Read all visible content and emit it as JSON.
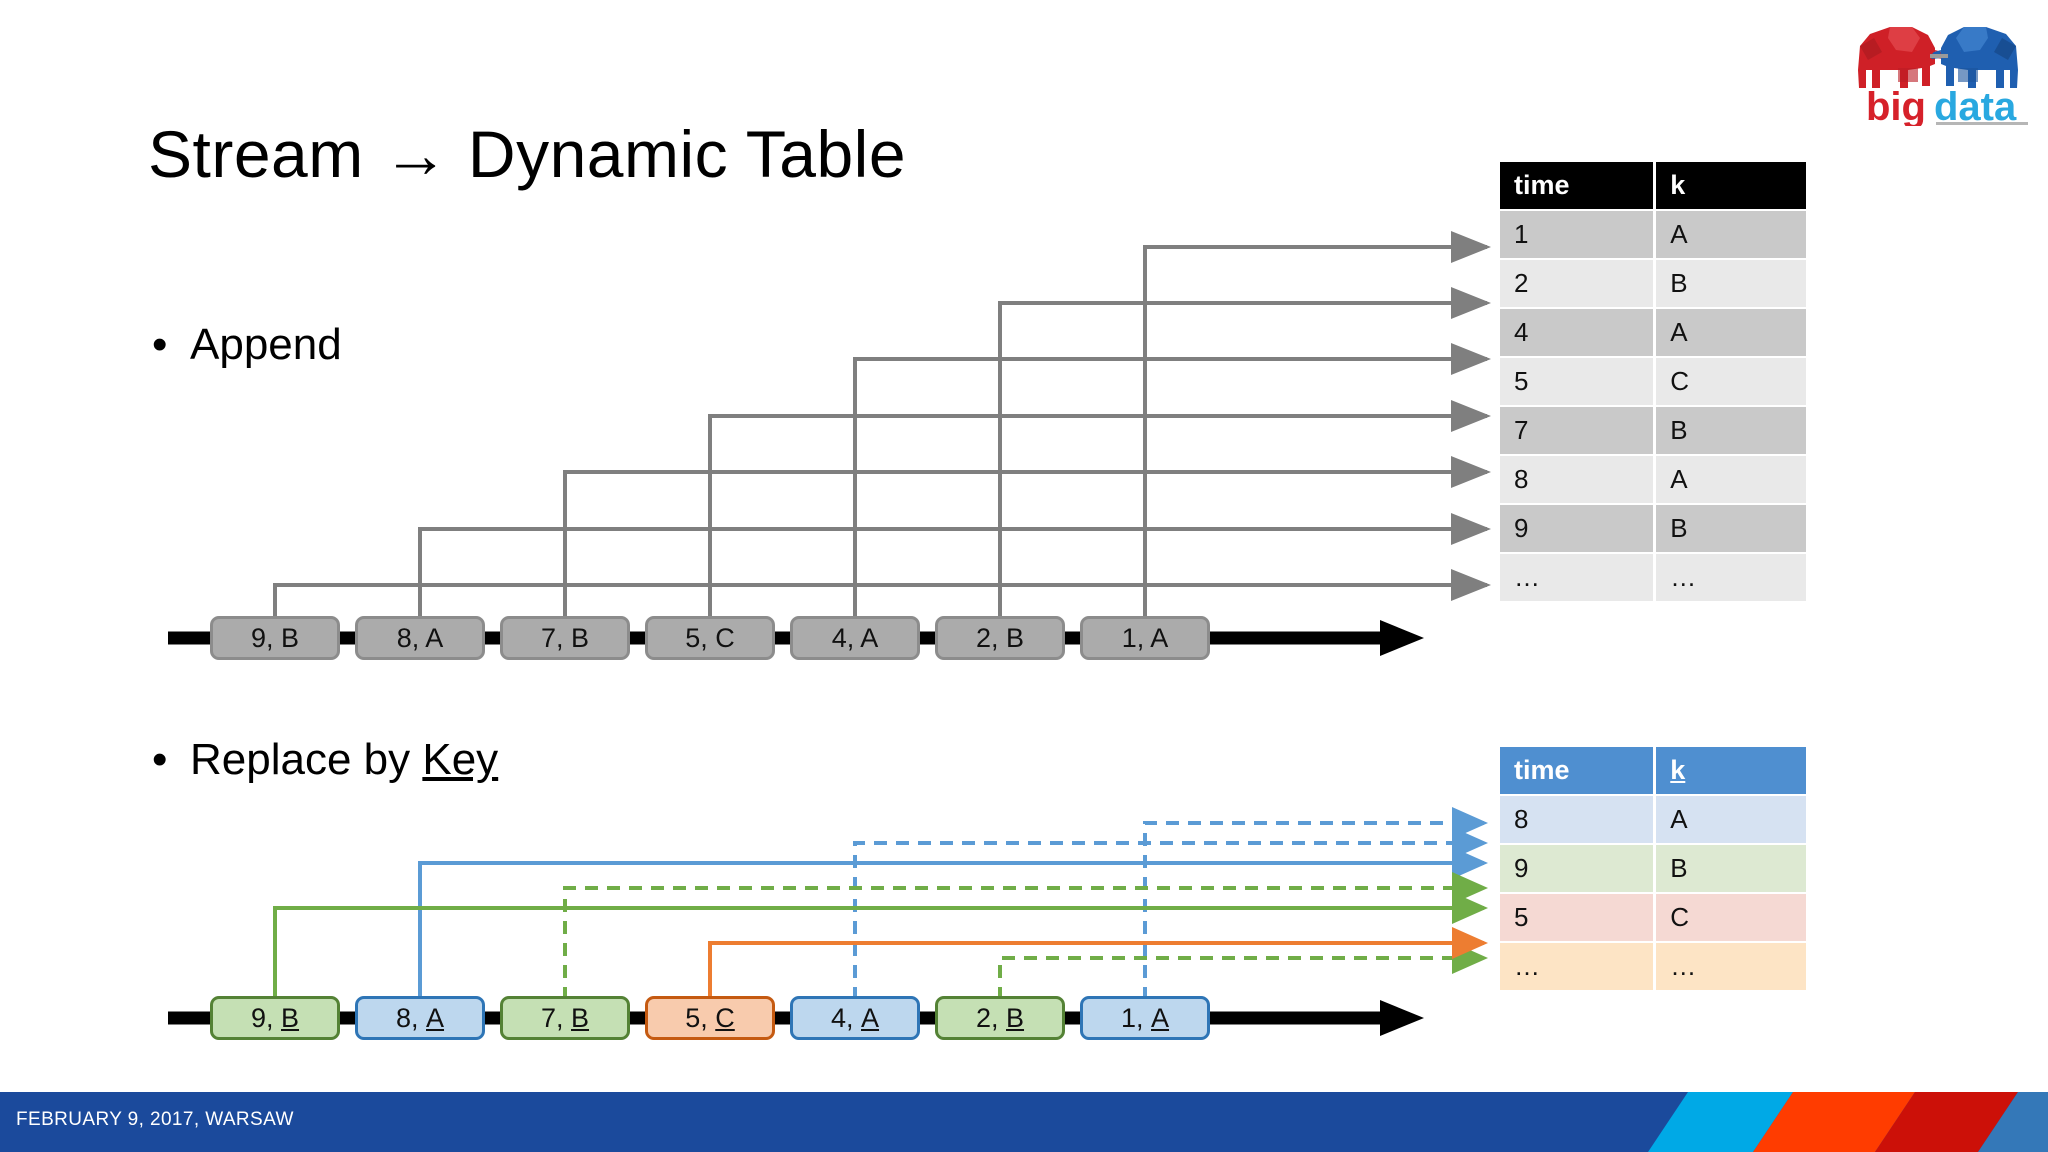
{
  "slide": {
    "title": "Stream → Dynamic Table",
    "footer_text": "FEBRUARY 9, 2017, WARSAW"
  },
  "logo": {
    "name": "bigdata-logo",
    "word_big": "big",
    "word_data": "data",
    "colors": {
      "red": "#d6212a",
      "blue": "#1f6fc4",
      "cyan": "#29a8e0"
    }
  },
  "bullets": {
    "append": {
      "marker": "•",
      "text": "Append"
    },
    "replace": {
      "marker": "•",
      "text_plain": "Replace by ",
      "text_underlined": "Key"
    }
  },
  "append_section": {
    "stream": [
      {
        "label": "9, B",
        "time": "9",
        "key": "B",
        "color": "gray"
      },
      {
        "label": "8, A",
        "time": "8",
        "key": "A",
        "color": "gray"
      },
      {
        "label": "7, B",
        "time": "7",
        "key": "B",
        "color": "gray"
      },
      {
        "label": "5, C",
        "time": "5",
        "key": "C",
        "color": "gray"
      },
      {
        "label": "4, A",
        "time": "4",
        "key": "A",
        "color": "gray"
      },
      {
        "label": "2, B",
        "time": "2",
        "key": "B",
        "color": "gray"
      },
      {
        "label": "1, A",
        "time": "1",
        "key": "A",
        "color": "gray"
      }
    ],
    "table": {
      "headers": [
        "time",
        "k"
      ],
      "rows": [
        {
          "time": "1",
          "k": "A"
        },
        {
          "time": "2",
          "k": "B"
        },
        {
          "time": "4",
          "k": "A"
        },
        {
          "time": "5",
          "k": "C"
        },
        {
          "time": "7",
          "k": "B"
        },
        {
          "time": "8",
          "k": "A"
        },
        {
          "time": "9",
          "k": "B"
        },
        {
          "time": "…",
          "k": "…"
        }
      ]
    }
  },
  "replace_section": {
    "stream": [
      {
        "label": "9, B",
        "time": "9",
        "key": "B",
        "color": "green"
      },
      {
        "label": "8, A",
        "time": "8",
        "key": "A",
        "color": "blue"
      },
      {
        "label": "7, B",
        "time": "7",
        "key": "B",
        "color": "green"
      },
      {
        "label": "5, C",
        "time": "5",
        "key": "C",
        "color": "orange"
      },
      {
        "label": "4, A",
        "time": "4",
        "key": "A",
        "color": "blue"
      },
      {
        "label": "2, B",
        "time": "2",
        "key": "B",
        "color": "green"
      },
      {
        "label": "1, A",
        "time": "1",
        "key": "A",
        "color": "blue"
      }
    ],
    "table": {
      "headers": [
        "time",
        "k"
      ],
      "rows": [
        {
          "time": "8",
          "k": "A",
          "color": "blue"
        },
        {
          "time": "9",
          "k": "B",
          "color": "green"
        },
        {
          "time": "5",
          "k": "C",
          "color": "pink"
        },
        {
          "time": "…",
          "k": "…",
          "color": "orange"
        }
      ]
    }
  },
  "colors": {
    "connector_gray": "#7f7f7f",
    "green": "#70ad47",
    "blue": "#5b9bd5",
    "orange": "#ed7d31",
    "footer_blue": "#1b4a9c",
    "deco_cyan": "#00a9e6",
    "deco_orange": "#ff3c00",
    "deco_red": "#cc1008",
    "deco_blue_mid": "#3478b8"
  }
}
